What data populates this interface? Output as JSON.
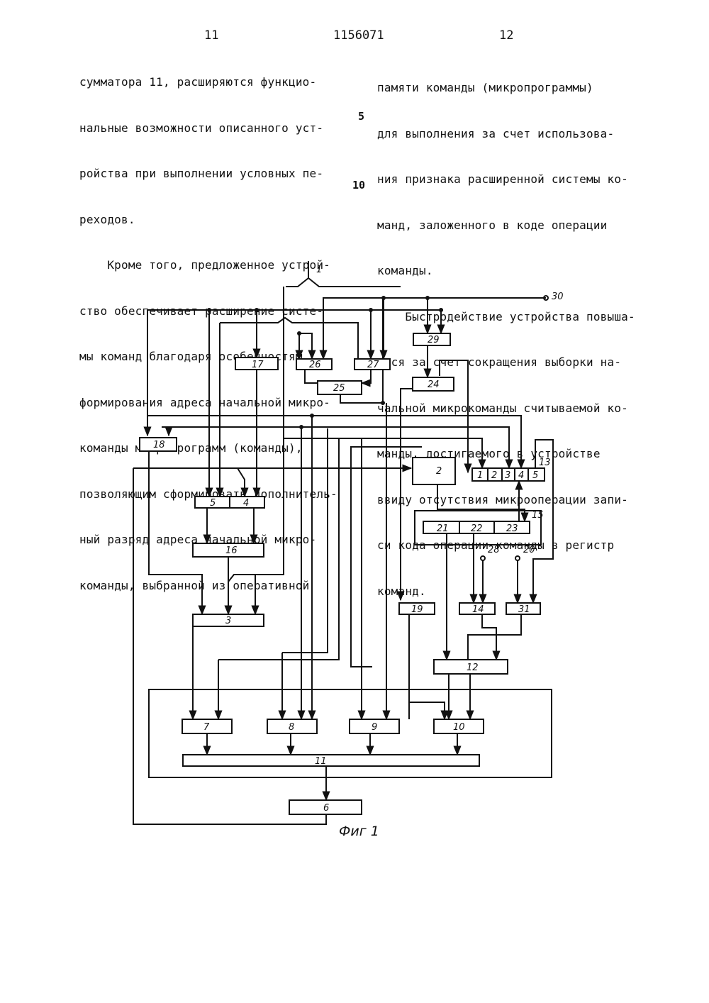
{
  "header": {
    "page_left": "11",
    "patent_number": "1156071",
    "page_right": "12"
  },
  "left_column": {
    "lines": [
      "сумматора 11, расширяются функцио-",
      "нальные возможности описанного уст-",
      "ройства при выполнении условных пе-",
      "реходов.",
      "    Кроме того, предложенное устрой-",
      "ство обеспечивает расширение систе-",
      "мы команд благодаря особенностям",
      "формирования адреса начальной микро-",
      "команды микропрограмм (команды),",
      "позволяющим сформировать дополнитель-",
      "ный разряд адреса начальной микро-",
      "команды, выбранной из оперативной"
    ]
  },
  "line_numbers": [
    "5",
    "10"
  ],
  "right_column": {
    "lines": [
      "памяти команды (микропрограммы)",
      "для выполнения за счет использова-",
      "ния признака расширенной системы ко-",
      "манд, заложенного в коде операции",
      "команды.",
      "    Быстродействие устройства повыша-",
      "ется за счет сокращения выборки на-",
      "чальной микрокоманды считываемой ко-",
      "манды, достигаемого в устройстве",
      "ввиду отсутствия микрооперации запи-",
      "си кода операции команды в регистр",
      "команд."
    ]
  },
  "diagram": {
    "blocks": [
      "2",
      "3",
      "4",
      "5",
      "6",
      "7",
      "8",
      "9",
      "10",
      "11",
      "12",
      "14",
      "16",
      "17",
      "18",
      "19",
      "24",
      "25",
      "26",
      "27",
      "29",
      "31"
    ],
    "register_13_cells": [
      "1",
      "2",
      "3",
      "4",
      "5"
    ],
    "register_13_label": "13",
    "register_15_cells": [
      "21",
      "22",
      "23"
    ],
    "register_15_label": "15",
    "terminals": [
      "1",
      "30",
      "28",
      "20"
    ],
    "caption": "Фиг 1"
  }
}
